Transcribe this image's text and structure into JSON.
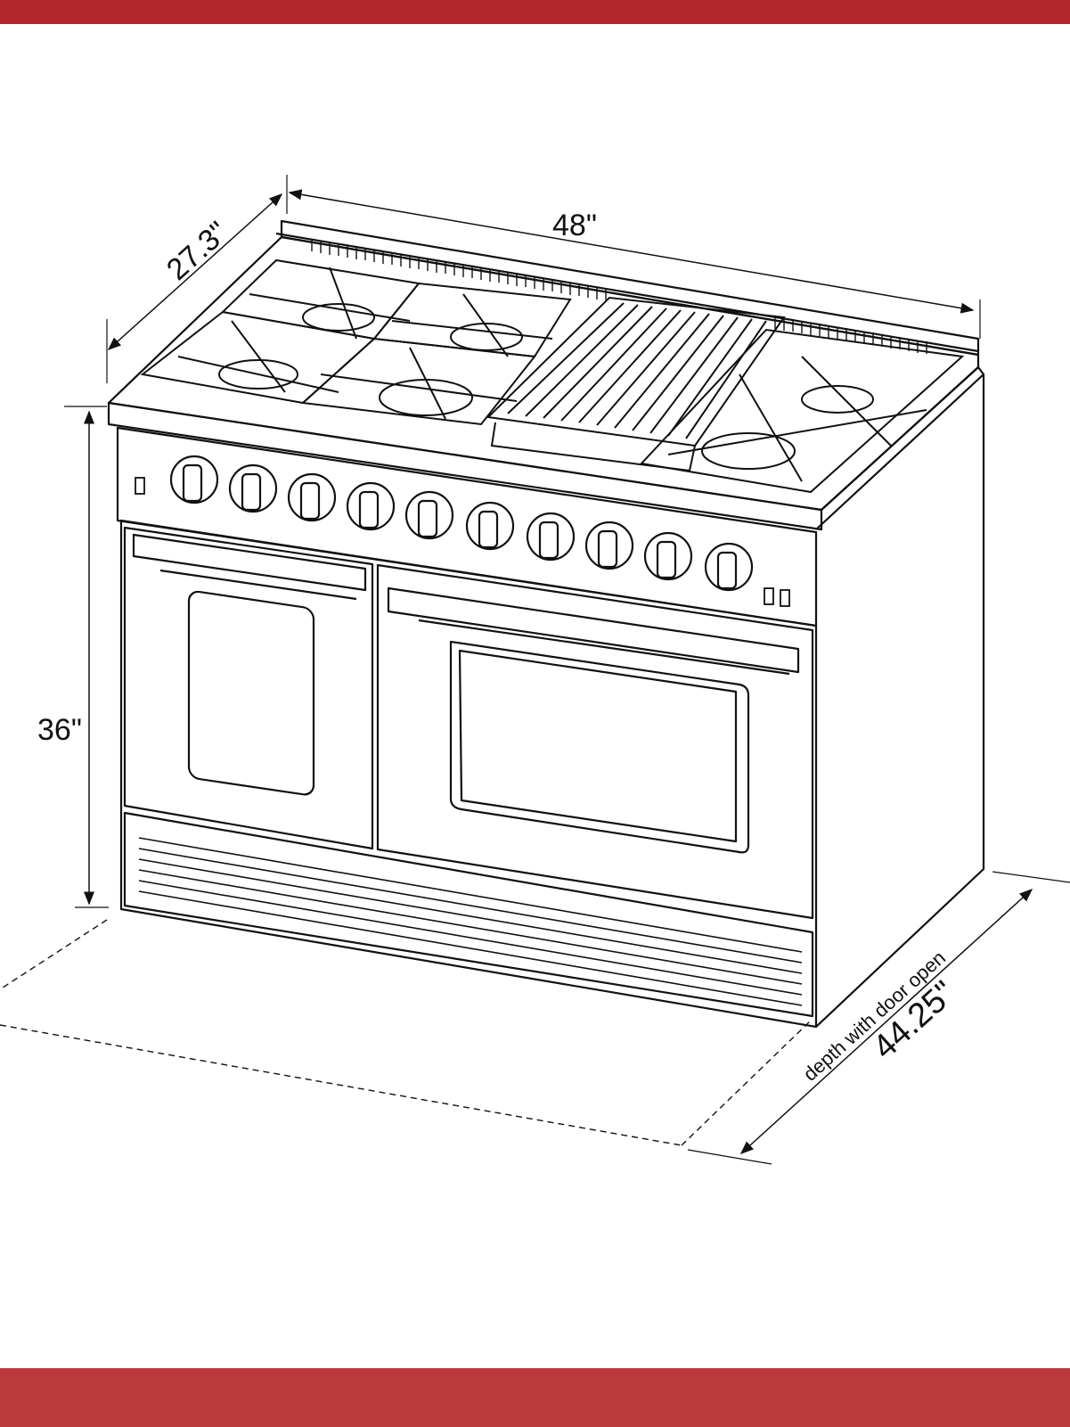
{
  "colors": {
    "band": "#b3262d",
    "band_bottom": "#b9393c",
    "ink": "#111111",
    "paper": "#ffffff"
  },
  "dimensions": {
    "width": "48\"",
    "depth": "27.3\"",
    "height": "36\"",
    "depth_door_open_value": "44.25\"",
    "depth_door_open_label": "depth with door open"
  },
  "icons": [
    "gas-range-illustration",
    "control-knob-icon",
    "switch-icon",
    "grill-griddle-icon",
    "burner-grate-icon"
  ]
}
